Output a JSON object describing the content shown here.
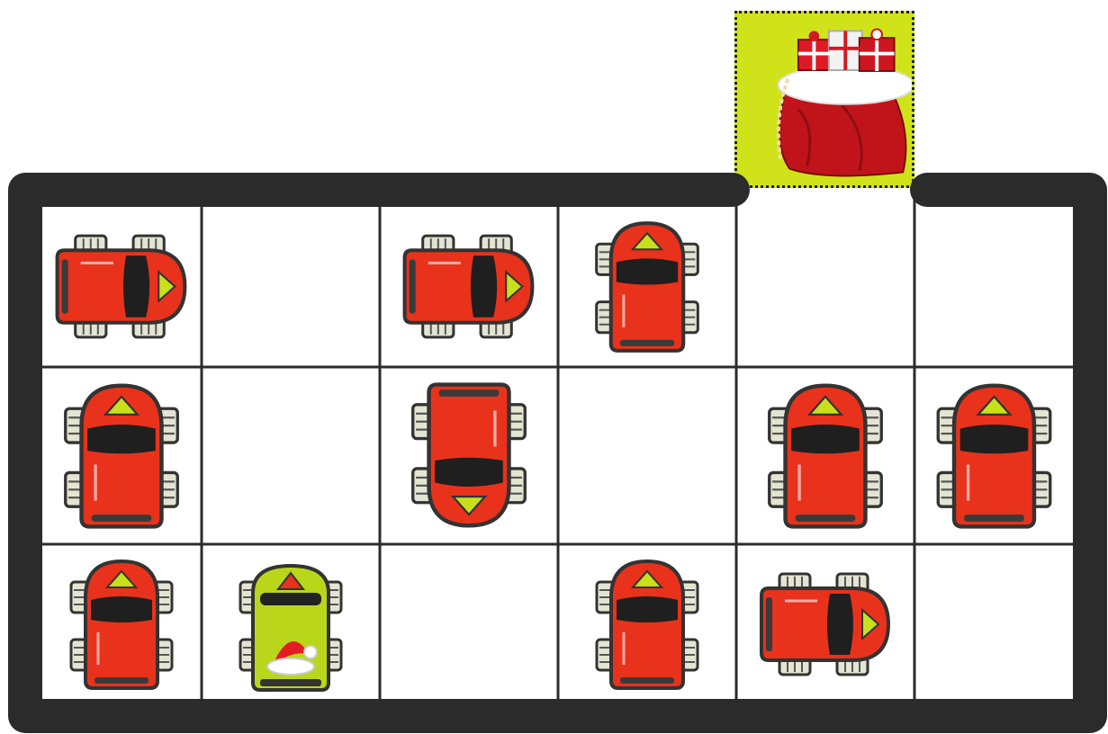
{
  "game": {
    "grid": {
      "rows": 3,
      "cols": 6
    },
    "goal": {
      "icon": "santa-gift-sack-icon",
      "background_color": "#d0e31a",
      "column": 5
    },
    "player": {
      "icon": "santa-hat-robot-car-icon",
      "row": 3,
      "col": 2,
      "facing": "up",
      "color": "#b9d61a"
    },
    "cars": [
      {
        "row": 1,
        "col": 1,
        "facing": "right"
      },
      {
        "row": 1,
        "col": 3,
        "facing": "right"
      },
      {
        "row": 1,
        "col": 4,
        "facing": "up"
      },
      {
        "row": 2,
        "col": 1,
        "facing": "up"
      },
      {
        "row": 2,
        "col": 3,
        "facing": "down"
      },
      {
        "row": 2,
        "col": 5,
        "facing": "up"
      },
      {
        "row": 2,
        "col": 6,
        "facing": "up"
      },
      {
        "row": 3,
        "col": 1,
        "facing": "up"
      },
      {
        "row": 3,
        "col": 4,
        "facing": "up"
      },
      {
        "row": 3,
        "col": 5,
        "facing": "right"
      }
    ],
    "colors": {
      "car_body": "#e8321c",
      "arrow": "#c9df1a",
      "wall": "#2b2b2b",
      "grid_line": "#2b2b2b"
    }
  }
}
